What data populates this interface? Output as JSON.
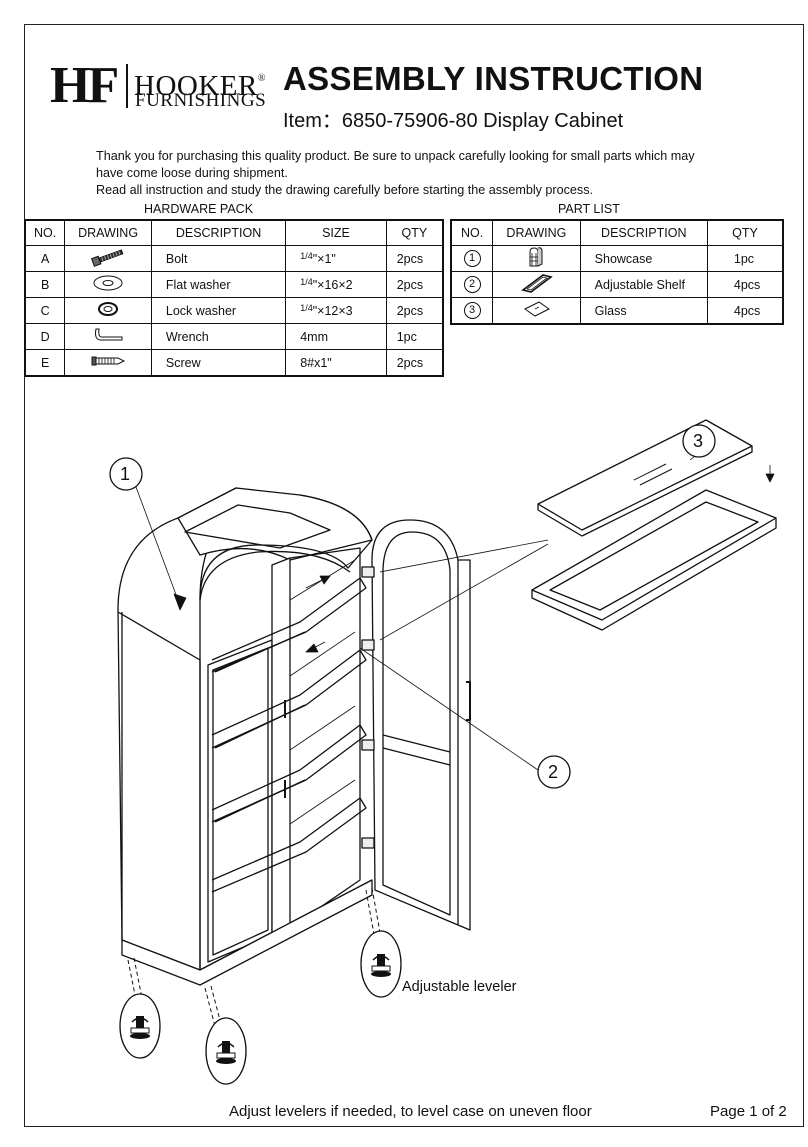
{
  "header": {
    "logo_mark": "HF",
    "logo_line1": "HOOKER",
    "logo_reg": "®",
    "logo_line2": "FURNISHINGS",
    "title": "ASSEMBLY INSTRUCTION",
    "item_label": "Item：",
    "item_number": "6850-75906-80",
    "item_name": "Display Cabinet"
  },
  "intro": {
    "line1": "Thank you for purchasing this quality product. Be sure to unpack carefully looking for small parts which may",
    "line2": "have come loose during shipment.",
    "line3": "Read all instruction and study the drawing carefully before starting the assembly process."
  },
  "hardware_pack": {
    "caption": "HARDWARE PACK",
    "headers": {
      "no": "NO.",
      "drawing": "DRAWING",
      "description": "DESCRIPTION",
      "size": "SIZE",
      "qty": "QTY"
    },
    "rows": [
      {
        "no": "A",
        "drawing": "bolt-icon",
        "description": "Bolt",
        "size_frac": "1/4",
        "size": "\"×1\"",
        "qty": "2pcs"
      },
      {
        "no": "B",
        "drawing": "flat-washer-icon",
        "description": "Flat washer",
        "size_frac": "1/4",
        "size": "\"×16×2",
        "qty": "2pcs"
      },
      {
        "no": "C",
        "drawing": "lock-washer-icon",
        "description": "Lock washer",
        "size_frac": "1/4",
        "size": "\"×12×3",
        "qty": "2pcs"
      },
      {
        "no": "D",
        "drawing": "wrench-icon",
        "description": "Wrench",
        "size_frac": "",
        "size": "4mm",
        "qty": "1pc"
      },
      {
        "no": "E",
        "drawing": "screw-icon",
        "description": "Screw",
        "size_frac": "",
        "size": "8#x1\"",
        "qty": "2pcs"
      }
    ]
  },
  "part_list": {
    "caption": "PART LIST",
    "headers": {
      "no": "NO.",
      "drawing": "DRAWING",
      "description": "DESCRIPTION",
      "qty": "QTY"
    },
    "rows": [
      {
        "no": "1",
        "drawing": "showcase-icon",
        "description": "Showcase",
        "qty": "1pc"
      },
      {
        "no": "2",
        "drawing": "shelf-icon",
        "description": "Adjustable Shelf",
        "qty": "4pcs"
      },
      {
        "no": "3",
        "drawing": "glass-icon",
        "description": "Glass",
        "qty": "4pcs"
      }
    ]
  },
  "diagram": {
    "callout_1": "1",
    "callout_2": "2",
    "callout_3": "3",
    "leveler_label": "Adjustable leveler"
  },
  "footer": {
    "note": "Adjust levelers if needed, to level case on uneven floor",
    "page": "Page 1 of 2"
  }
}
